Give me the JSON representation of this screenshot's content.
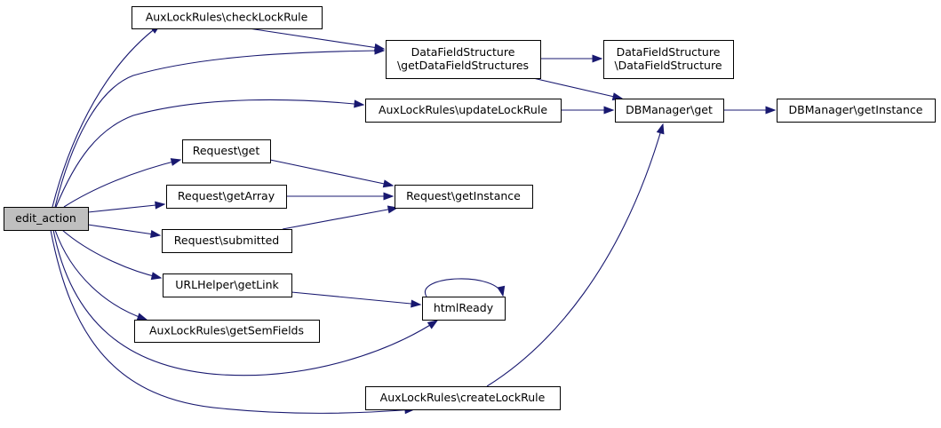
{
  "graph": {
    "nodes": [
      {
        "id": "edit_action",
        "lines": [
          "edit_action"
        ],
        "root": true
      },
      {
        "id": "checkLockRule",
        "lines": [
          "AuxLockRules\\checkLockRule"
        ]
      },
      {
        "id": "getDataFieldStructures",
        "lines": [
          "DataFieldStructure",
          "\\getDataFieldStructures"
        ]
      },
      {
        "id": "DataFieldStructure",
        "lines": [
          "DataFieldStructure",
          "\\DataFieldStructure"
        ]
      },
      {
        "id": "updateLockRule",
        "lines": [
          "AuxLockRules\\updateLockRule"
        ]
      },
      {
        "id": "DBManager_get",
        "lines": [
          "DBManager\\get"
        ]
      },
      {
        "id": "DBManager_getInstance",
        "lines": [
          "DBManager\\getInstance"
        ]
      },
      {
        "id": "Request_get",
        "lines": [
          "Request\\get"
        ]
      },
      {
        "id": "Request_getArray",
        "lines": [
          "Request\\getArray"
        ]
      },
      {
        "id": "Request_getInstance",
        "lines": [
          "Request\\getInstance"
        ]
      },
      {
        "id": "Request_submitted",
        "lines": [
          "Request\\submitted"
        ]
      },
      {
        "id": "URLHelper_getLink",
        "lines": [
          "URLHelper\\getLink"
        ]
      },
      {
        "id": "htmlReady",
        "lines": [
          "htmlReady"
        ]
      },
      {
        "id": "getSemFields",
        "lines": [
          "AuxLockRules\\getSemFields"
        ]
      },
      {
        "id": "createLockRule",
        "lines": [
          "AuxLockRules\\createLockRule"
        ]
      }
    ],
    "edges": [
      {
        "from": "edit_action",
        "to": "checkLockRule"
      },
      {
        "from": "edit_action",
        "to": "getDataFieldStructures"
      },
      {
        "from": "edit_action",
        "to": "updateLockRule"
      },
      {
        "from": "edit_action",
        "to": "Request_get"
      },
      {
        "from": "edit_action",
        "to": "Request_getArray"
      },
      {
        "from": "edit_action",
        "to": "Request_submitted"
      },
      {
        "from": "edit_action",
        "to": "URLHelper_getLink"
      },
      {
        "from": "edit_action",
        "to": "getSemFields"
      },
      {
        "from": "edit_action",
        "to": "htmlReady"
      },
      {
        "from": "edit_action",
        "to": "createLockRule"
      },
      {
        "from": "checkLockRule",
        "to": "getDataFieldStructures"
      },
      {
        "from": "getDataFieldStructures",
        "to": "DataFieldStructure"
      },
      {
        "from": "getDataFieldStructures",
        "to": "DBManager_get"
      },
      {
        "from": "updateLockRule",
        "to": "DBManager_get"
      },
      {
        "from": "DBManager_get",
        "to": "DBManager_getInstance"
      },
      {
        "from": "Request_get",
        "to": "Request_getInstance"
      },
      {
        "from": "Request_getArray",
        "to": "Request_getInstance"
      },
      {
        "from": "Request_submitted",
        "to": "Request_getInstance"
      },
      {
        "from": "URLHelper_getLink",
        "to": "htmlReady"
      },
      {
        "from": "htmlReady",
        "to": "htmlReady"
      },
      {
        "from": "createLockRule",
        "to": "DBManager_get"
      }
    ]
  },
  "colors": {
    "edge": "#191970",
    "root_fill": "#bfbfbf",
    "node_fill": "#ffffff",
    "node_border": "#000000"
  }
}
